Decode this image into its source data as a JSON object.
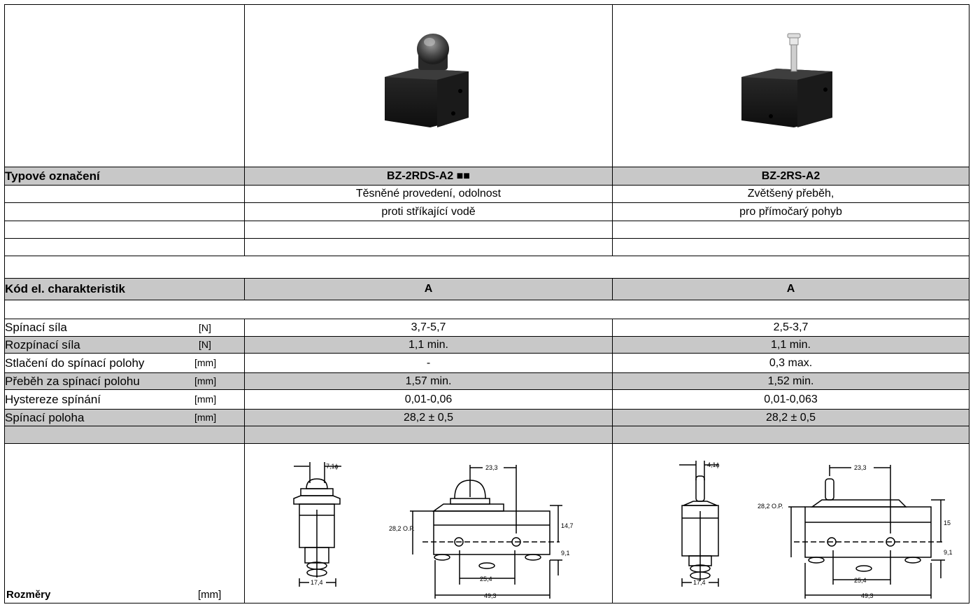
{
  "header_row": {
    "label": "Typové označení",
    "product1": "BZ-2RDS-A2 ■■",
    "product2": "BZ-2RS-A2"
  },
  "description": {
    "product1_line1": "Těsněné provedení, odolnost",
    "product1_line2": "proti stříkající vodě",
    "product2_line1": "Zvětšený přeběh,",
    "product2_line2": "pro přímočarý pohyb"
  },
  "code_row": {
    "label": "Kód el. charakteristik",
    "product1": "A",
    "product2": "A"
  },
  "specs": [
    {
      "label": "Spínací síla",
      "unit": "[N]",
      "p1": "3,7-5,7",
      "p2": "2,5-3,7"
    },
    {
      "label": "Rozpínací síla",
      "unit": "[N]",
      "p1": "1,1 min.",
      "p2": "1,1 min."
    },
    {
      "label": "Stlačení do spínací polohy",
      "unit": "[mm]",
      "p1": "-",
      "p2": "0,3 max."
    },
    {
      "label": "Přeběh za spínací polohu",
      "unit": "[mm]",
      "p1": "1,57 min.",
      "p2": "1,52 min."
    },
    {
      "label": "Hystereze spínání",
      "unit": "[mm]",
      "p1": "0,01-0,06",
      "p2": "0,01-0,063"
    },
    {
      "label": "Spínací poloha",
      "unit": "[mm]",
      "p1": "28,2 ± 0,5",
      "p2": "28,2 ± 0,5"
    }
  ],
  "dimensions": {
    "label": "Rozměry",
    "unit": "[mm]",
    "p1": {
      "d_top": "7,1ϕ",
      "d_width": "23,3",
      "op": "28,2 O.P.",
      "h1": "14,7",
      "h2": "9,1",
      "w_side": "17,4",
      "w_holes": "25,4",
      "w_total": "49,3"
    },
    "p2": {
      "d_top": "4,1ϕ",
      "d_width": "23,3",
      "op": "28,2 O.P.",
      "h1": "15",
      "h2": "9,1",
      "w_side": "17,4",
      "w_holes": "25,4",
      "w_total": "49,3"
    }
  }
}
